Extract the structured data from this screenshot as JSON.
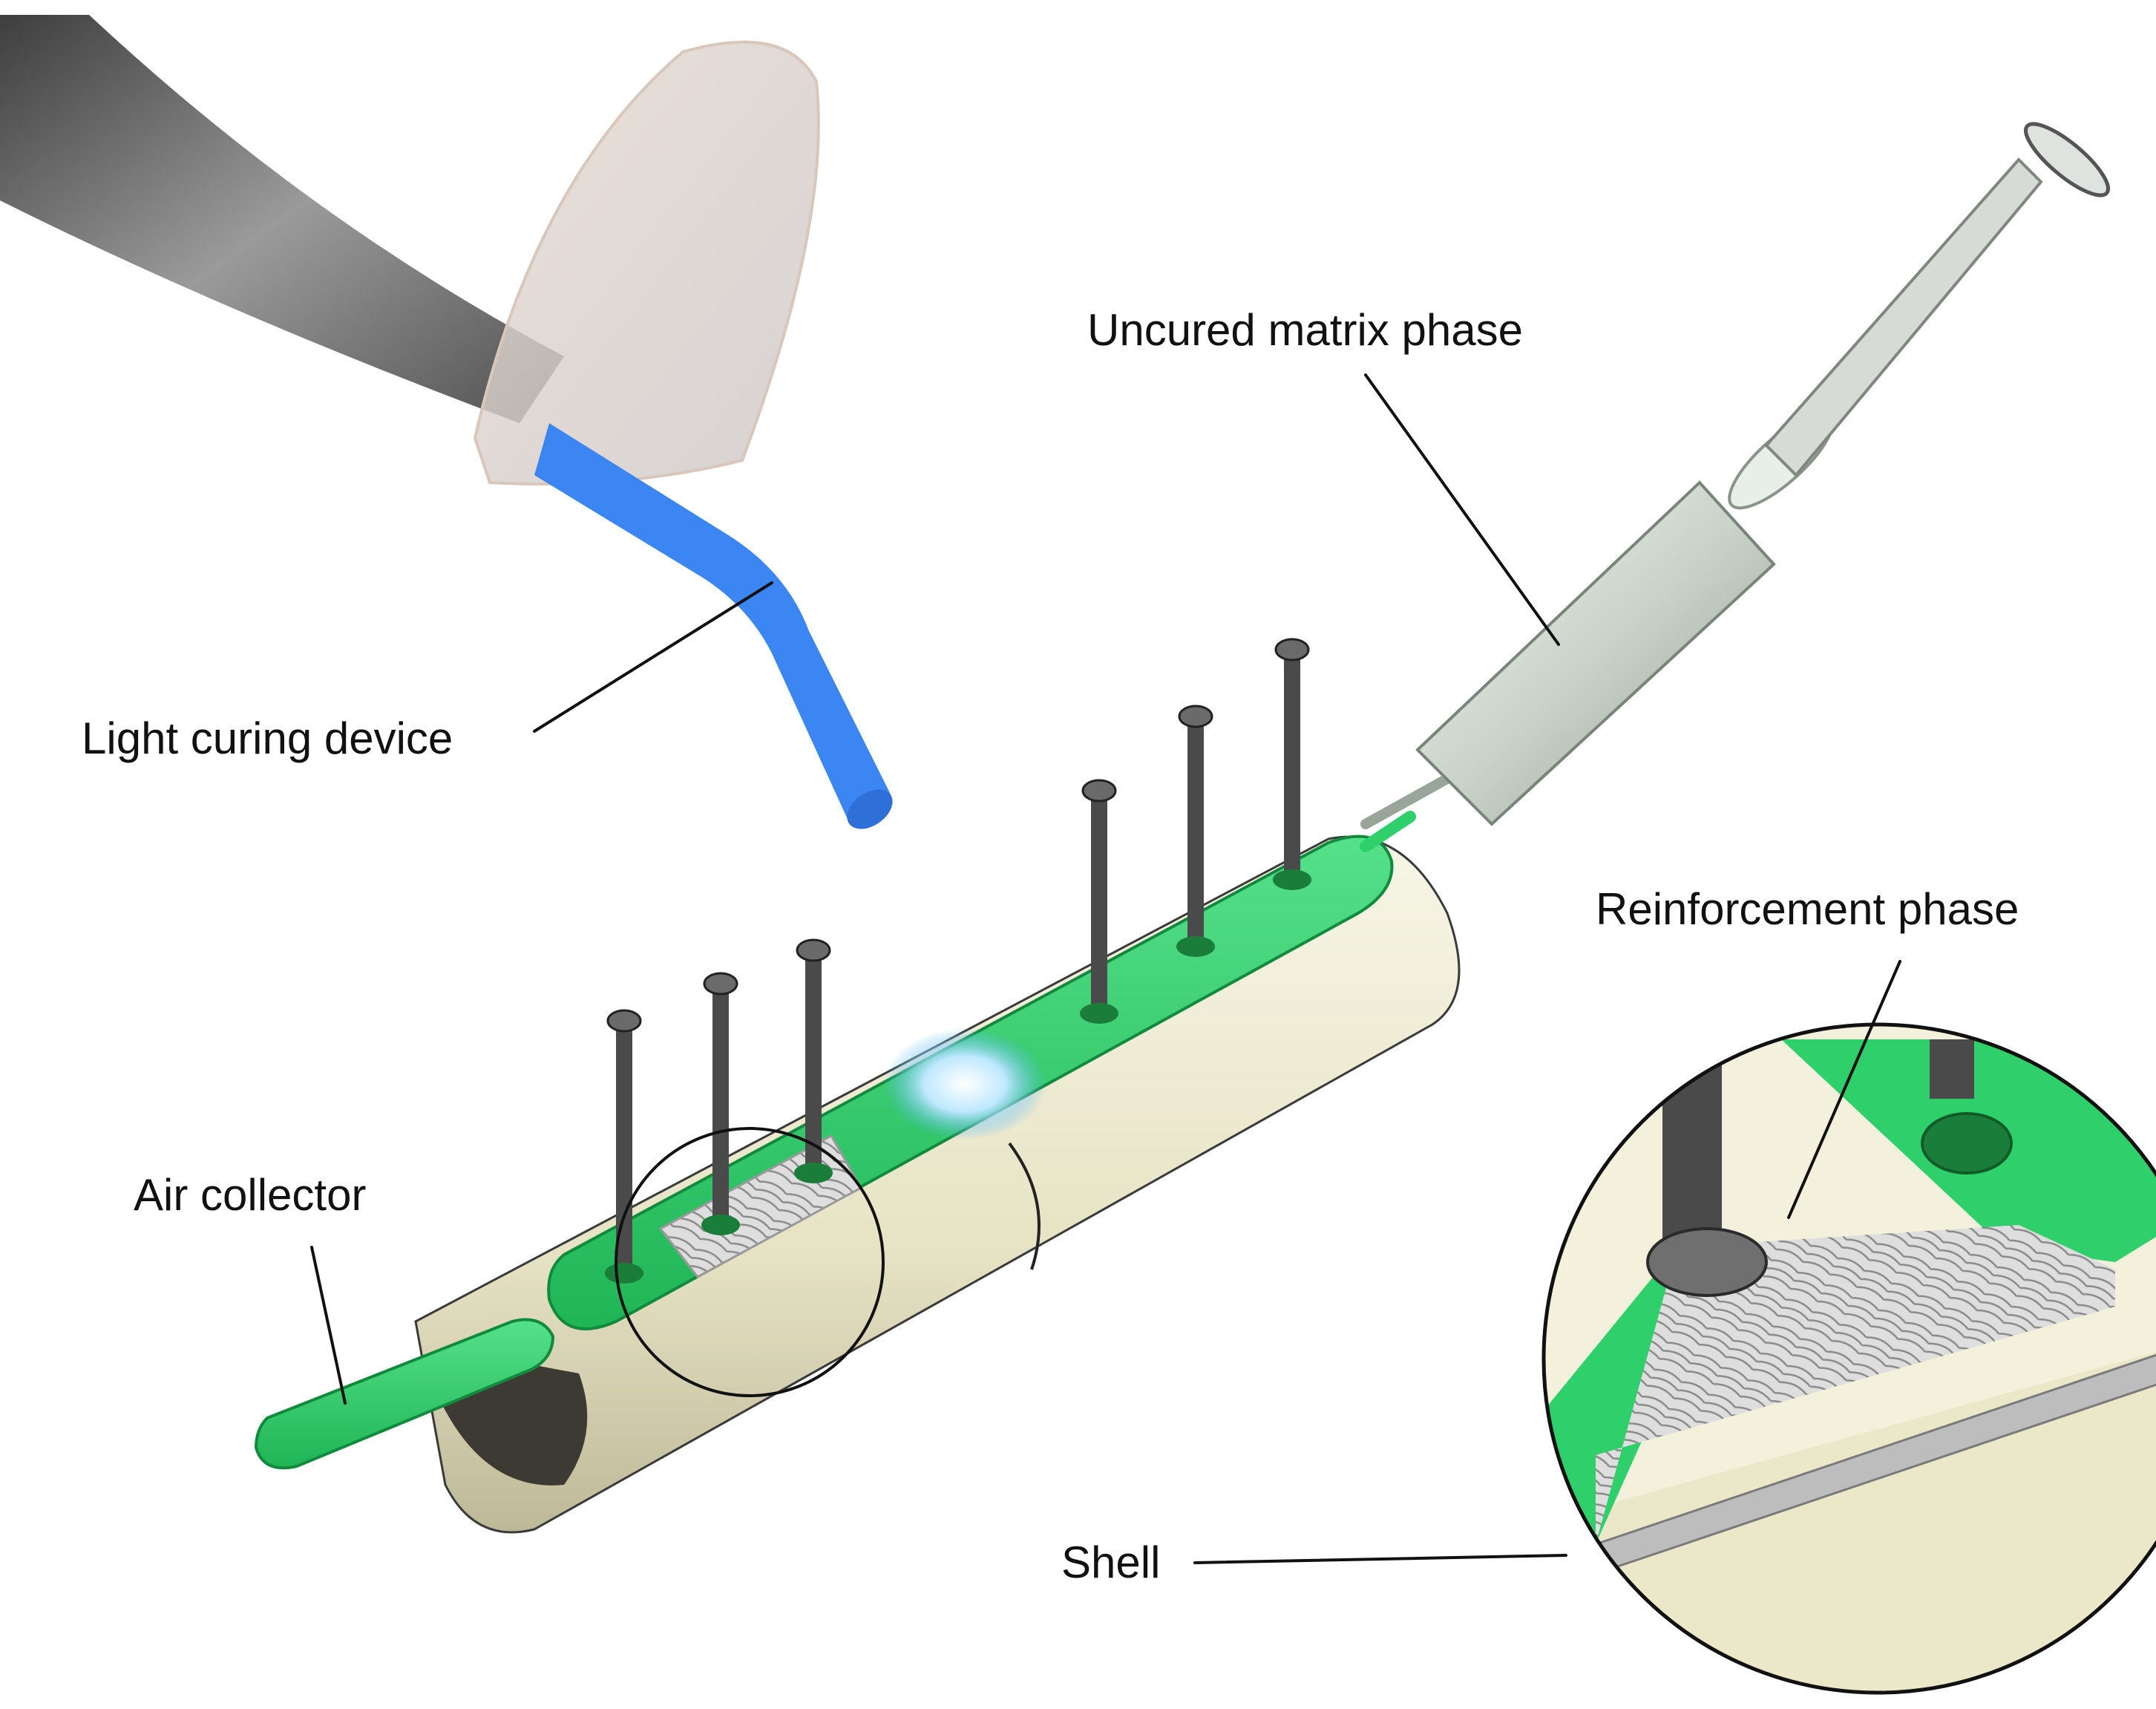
{
  "labels": {
    "uncured_matrix": "Uncured matrix phase",
    "light_curing": "Light curing device",
    "reinforcement": "Reinforcement phase",
    "air_collector": "Air collector",
    "shell": "Shell"
  },
  "colors": {
    "shell_green": "#2fcf6c",
    "shell_green_dark": "#1aa04c",
    "bone": "#efedd2",
    "bone_shadow": "#b9b597",
    "light_blue": "#3b86f2",
    "device_gray": "#6f6f6f",
    "screw": "#4a4a4a",
    "fiber": "#d9d9d9"
  },
  "icons": {
    "light_curing_device": "light-curing-device-icon",
    "syringe": "syringe-icon",
    "screw": "bone-screw-icon"
  }
}
